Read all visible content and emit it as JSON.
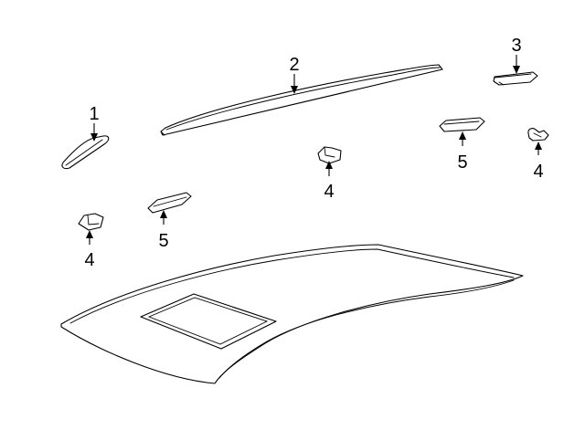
{
  "callouts": {
    "c1": "1",
    "c2": "2",
    "c3": "3",
    "c4a": "4",
    "c4b": "4",
    "c4c": "4",
    "c5a": "5",
    "c5b": "5"
  },
  "colors": {
    "line": "#000000",
    "background": "#ffffff"
  }
}
